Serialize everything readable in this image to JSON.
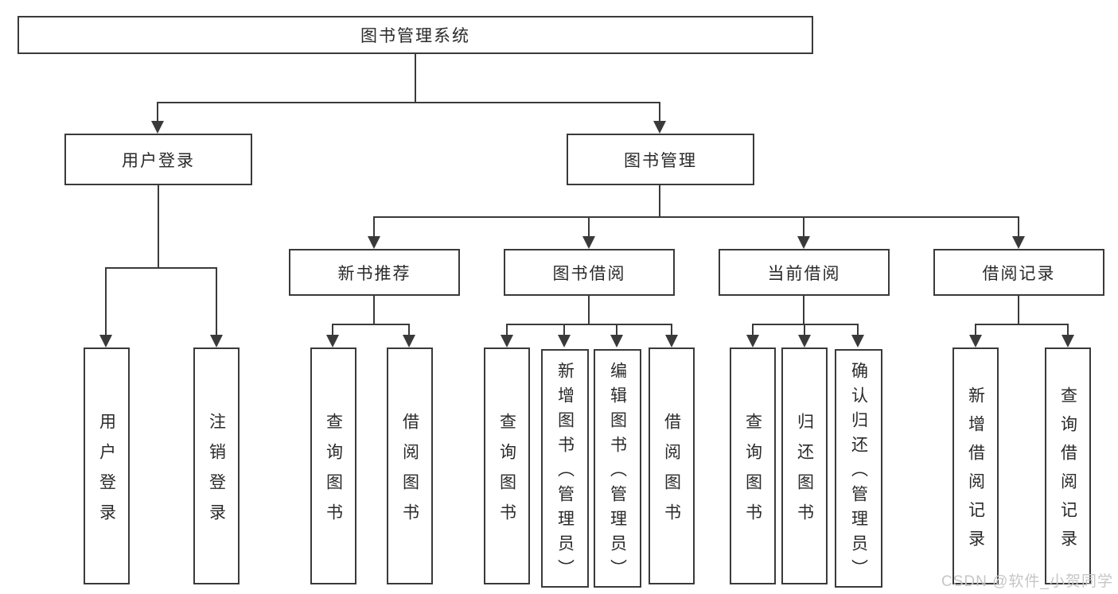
{
  "diagram": {
    "type": "tree-hierarchy",
    "tree": {
      "root": {
        "label": "图书管理系统",
        "children": [
          {
            "label": "用户登录",
            "children": [
              {
                "label": "用户登录"
              },
              {
                "label": "注销登录"
              }
            ]
          },
          {
            "label": "图书管理",
            "children": [
              {
                "label": "新书推荐",
                "children": [
                  {
                    "label": "查询图书"
                  },
                  {
                    "label": "借阅图书"
                  }
                ]
              },
              {
                "label": "图书借阅",
                "children": [
                  {
                    "label": "查询图书"
                  },
                  {
                    "label": "新增图书（管理员）"
                  },
                  {
                    "label": "编辑图书（管理员）"
                  },
                  {
                    "label": "借阅图书"
                  }
                ]
              },
              {
                "label": "当前借阅",
                "children": [
                  {
                    "label": "查询图书"
                  },
                  {
                    "label": "归还图书"
                  },
                  {
                    "label": "确认归还（管理员）"
                  }
                ]
              },
              {
                "label": "借阅记录",
                "children": [
                  {
                    "label": "新增借阅记录"
                  },
                  {
                    "label": "查询借阅记录"
                  }
                ]
              }
            ]
          }
        ]
      }
    },
    "colors": {
      "line": "#3a3a3a",
      "text": "#2a2a2a",
      "background": "#ffffff",
      "watermark": "#c6c6c6"
    }
  },
  "watermark": {
    "text": "CSDN @软件_小贺同学"
  }
}
